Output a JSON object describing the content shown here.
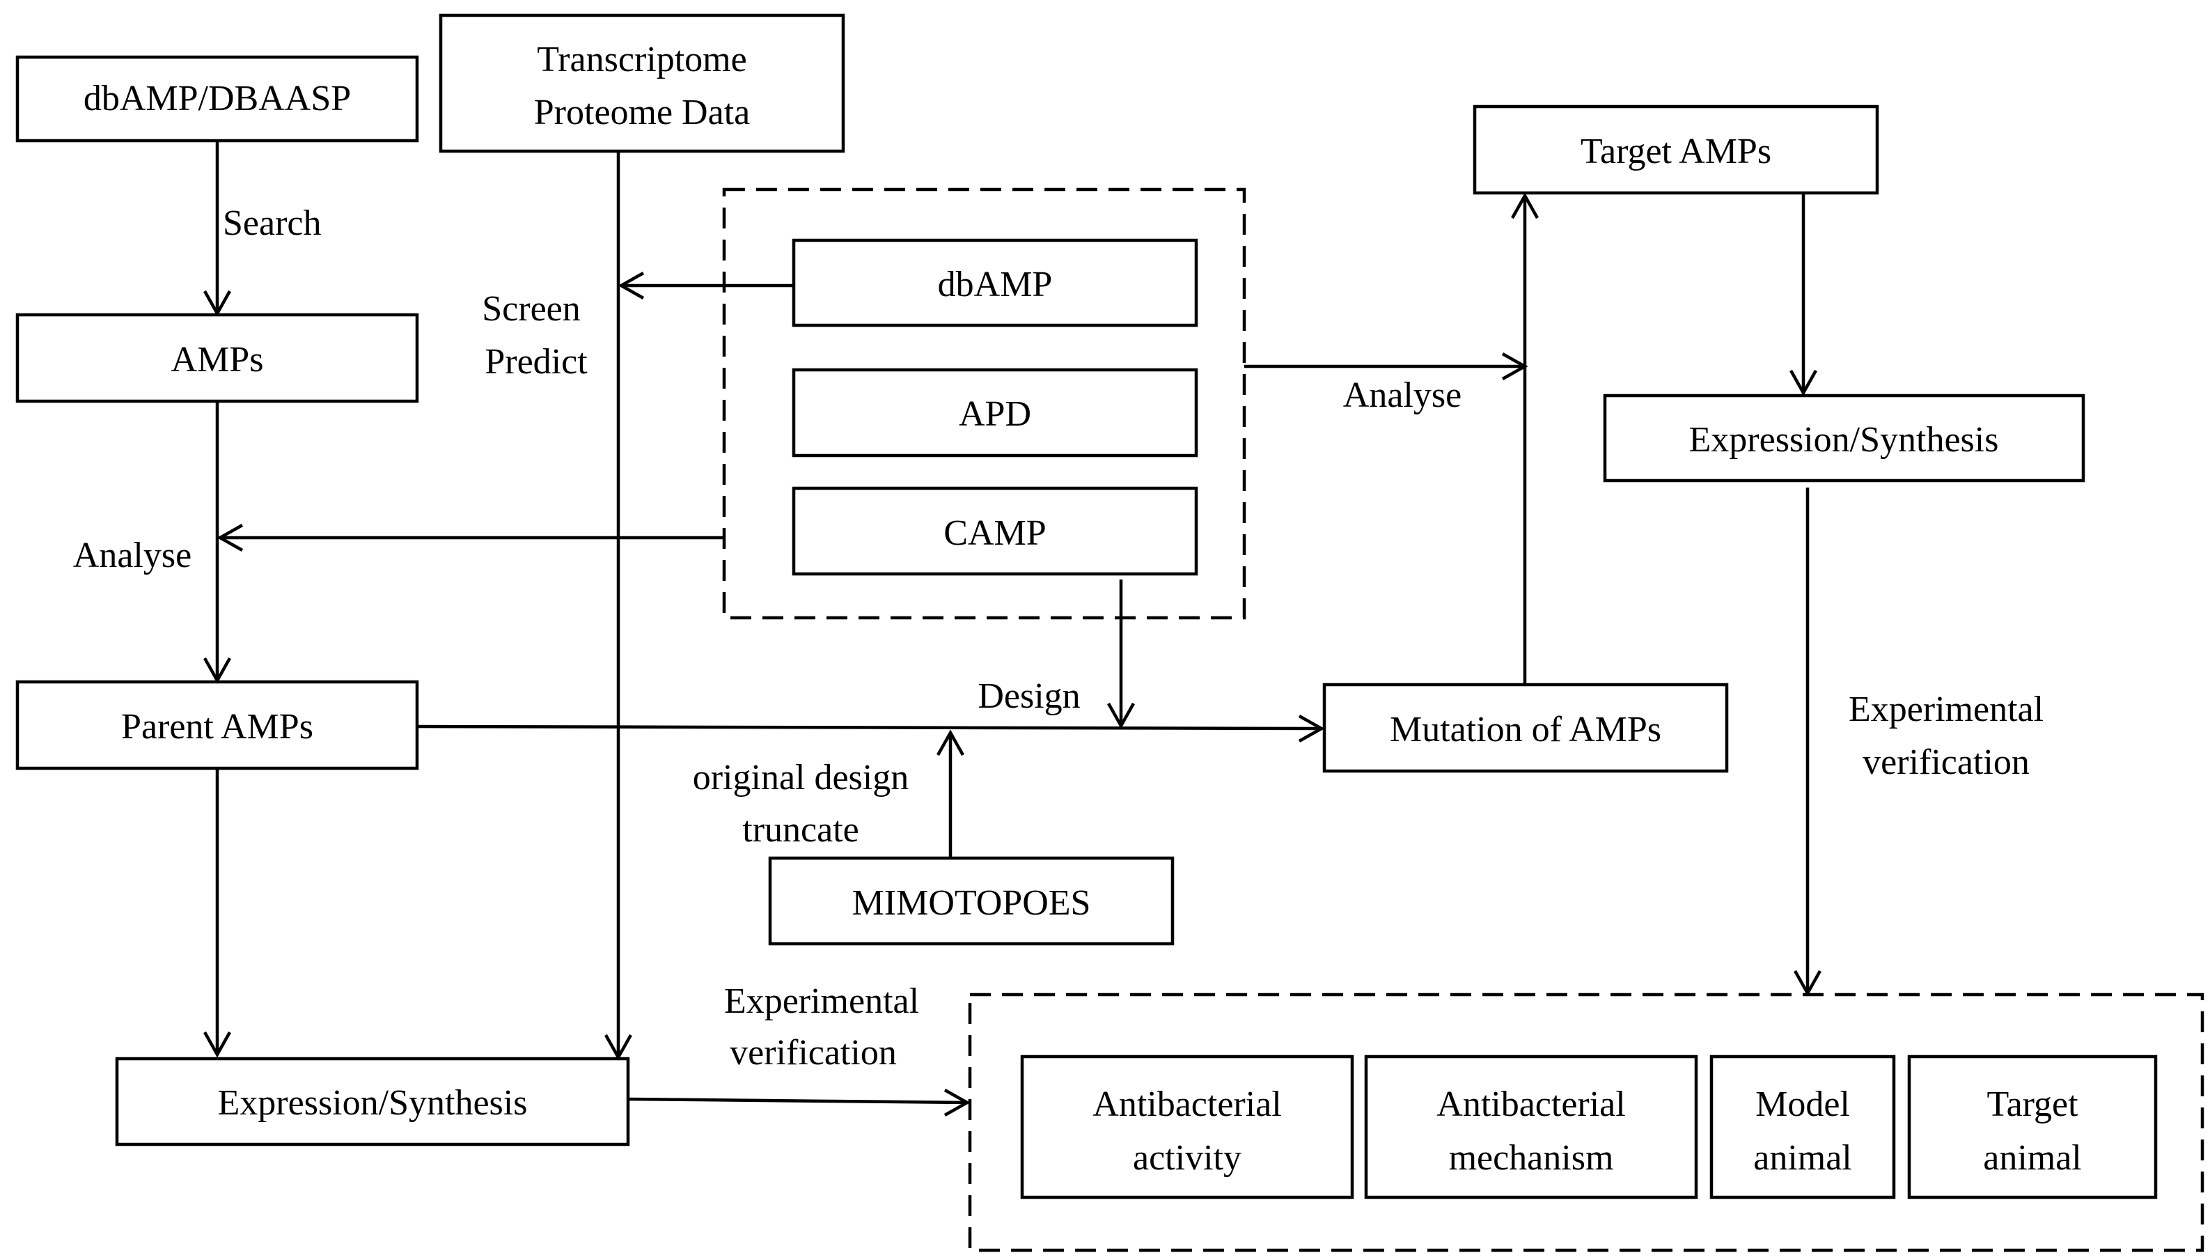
{
  "boxes": {
    "dbamp_dbaasp": "dbAMP/DBAASP",
    "transcriptome_line1": "Transcriptome",
    "transcriptome_line2": "Proteome Data",
    "amps": "AMPs",
    "parent_amps": "Parent AMPs",
    "expression_left": "Expression/Synthesis",
    "db_dbamp": "dbAMP",
    "db_apd": "APD",
    "db_camp": "CAMP",
    "mimotopoes": "MIMOTOPOES",
    "mutation": "Mutation of AMPs",
    "target_amps": "Target AMPs",
    "expression_right": "Expression/Synthesis",
    "antibacterial_activity_line1": "Antibacterial",
    "antibacterial_activity_line2": "activity",
    "antibacterial_mechanism_line1": "Antibacterial",
    "antibacterial_mechanism_line2": "mechanism",
    "model_animal_line1": "Model",
    "model_animal_line2": "animal",
    "target_animal_line1": "Target",
    "target_animal_line2": "animal"
  },
  "labels": {
    "search": "Search",
    "screen": "Screen",
    "predict": "Predict",
    "analyse_left": "Analyse",
    "analyse_right": "Analyse",
    "design": "Design",
    "original_design": "original design",
    "truncate": "truncate",
    "experimental_left_line1": "Experimental",
    "experimental_left_line2": "verification",
    "experimental_right_line1": "Experimental",
    "experimental_right_line2": "verification"
  }
}
